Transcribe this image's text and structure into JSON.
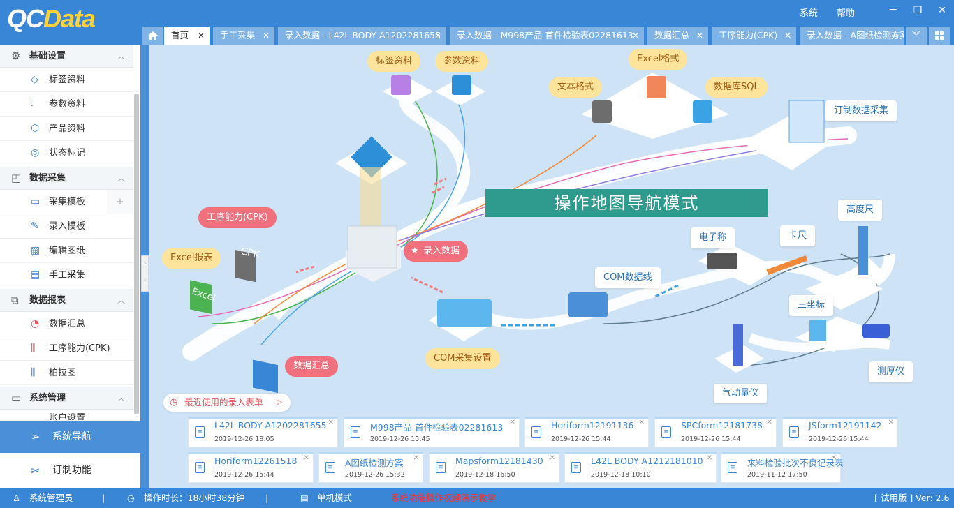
{
  "app": {
    "logo_main": "QC",
    "logo_accent": "Data"
  },
  "titlebar": {
    "menu": [
      "系统",
      "帮助"
    ],
    "window_buttons": [
      "－",
      "❐",
      "✕"
    ]
  },
  "tabs": [
    {
      "label": "首页",
      "active": true
    },
    {
      "label": "手工采集"
    },
    {
      "label": "录入数据 - L42L BODY A1202281655"
    },
    {
      "label": "录入数据 - M998产品-首件检验表02281613"
    },
    {
      "label": "数据汇总"
    },
    {
      "label": "工序能力(CPK)"
    },
    {
      "label": "录入数据 - A图纸检测方案"
    }
  ],
  "sidebar": {
    "groups": [
      {
        "label": "基础设置",
        "icon": "gear-icon",
        "items": [
          "标签资料",
          "参数资料",
          "产品资料",
          "状态标记"
        ]
      },
      {
        "label": "数据采集",
        "icon": "waveform-icon",
        "items": [
          "采集模板",
          "录入模板",
          "编辑图纸",
          "手工采集"
        ]
      },
      {
        "label": "数据报表",
        "icon": "chart-icon",
        "items": [
          "数据汇总",
          "工序能力(CPK)",
          "柏拉图"
        ]
      },
      {
        "label": "系统管理",
        "icon": "monitor-icon",
        "items": [
          "账户设置"
        ]
      }
    ],
    "nav": [
      {
        "label": "系统导航",
        "icon": "send-icon",
        "active": true
      },
      {
        "label": "订制功能",
        "icon": "tools-icon"
      }
    ]
  },
  "map": {
    "banner": "操作地图导航模式",
    "labels": {
      "tag_data": "标签资料",
      "param_data": "参数资料",
      "excel_format": "Excel格式",
      "text_format": "文本格式",
      "database_sql": "数据库SQL",
      "custom_collect": "订制数据采集",
      "cpk": "工序能力(CPK)",
      "excel_report": "Excel报表",
      "input_data": "录入数据",
      "data_summary": "数据汇总",
      "com_settings": "COM采集设置",
      "com_cable": "COM数据线",
      "scale": "电子称",
      "caliper": "卡尺",
      "height_gauge": "高度尺",
      "cmm": "三坐标",
      "thickness": "测厚仪",
      "air_gauge": "气动量仪"
    },
    "icon_text": {
      "cpk": "CPK",
      "excel": "Excel"
    }
  },
  "recent": {
    "title": "最近使用的录入表单",
    "items": [
      {
        "name": "L42L BODY A1202281655",
        "date": "2019-12-26 18:05"
      },
      {
        "name": "M998产品-首件检验表02281613",
        "date": "2019-12-26 15:45"
      },
      {
        "name": "Horiform12191136",
        "date": "2019-12-26 15:44"
      },
      {
        "name": "SPCform12181738",
        "date": "2019-12-26 15:44"
      },
      {
        "name": "JSform12191142",
        "date": "2019-12-26 15:44"
      },
      {
        "name": "Horiform12261518",
        "date": "2019-12-26 15:44"
      },
      {
        "name": "A图纸检测方案",
        "date": "2019-12-26 15:32"
      },
      {
        "name": "Mapsform12181430",
        "date": "2019-12-18 16:50"
      },
      {
        "name": "L42L BODY A1212181010",
        "date": "2019-12-18 10:10"
      },
      {
        "name": "来料检验批次不良记录表",
        "date": "2019-11-12 17:50"
      }
    ]
  },
  "status": {
    "user": "系统管理员",
    "duration": "操作时长：18小时38分钟",
    "mode": "单机模式",
    "notice": "系统功能操作视频演示教学",
    "version": "[ 试用版 ] Ver: 2.6"
  },
  "colors": {
    "primary": "#3a86d6",
    "banner": "#2f9a8e",
    "pink": "#f0707e",
    "yellow": "#fde49a",
    "notice": "#ff2a2a"
  }
}
